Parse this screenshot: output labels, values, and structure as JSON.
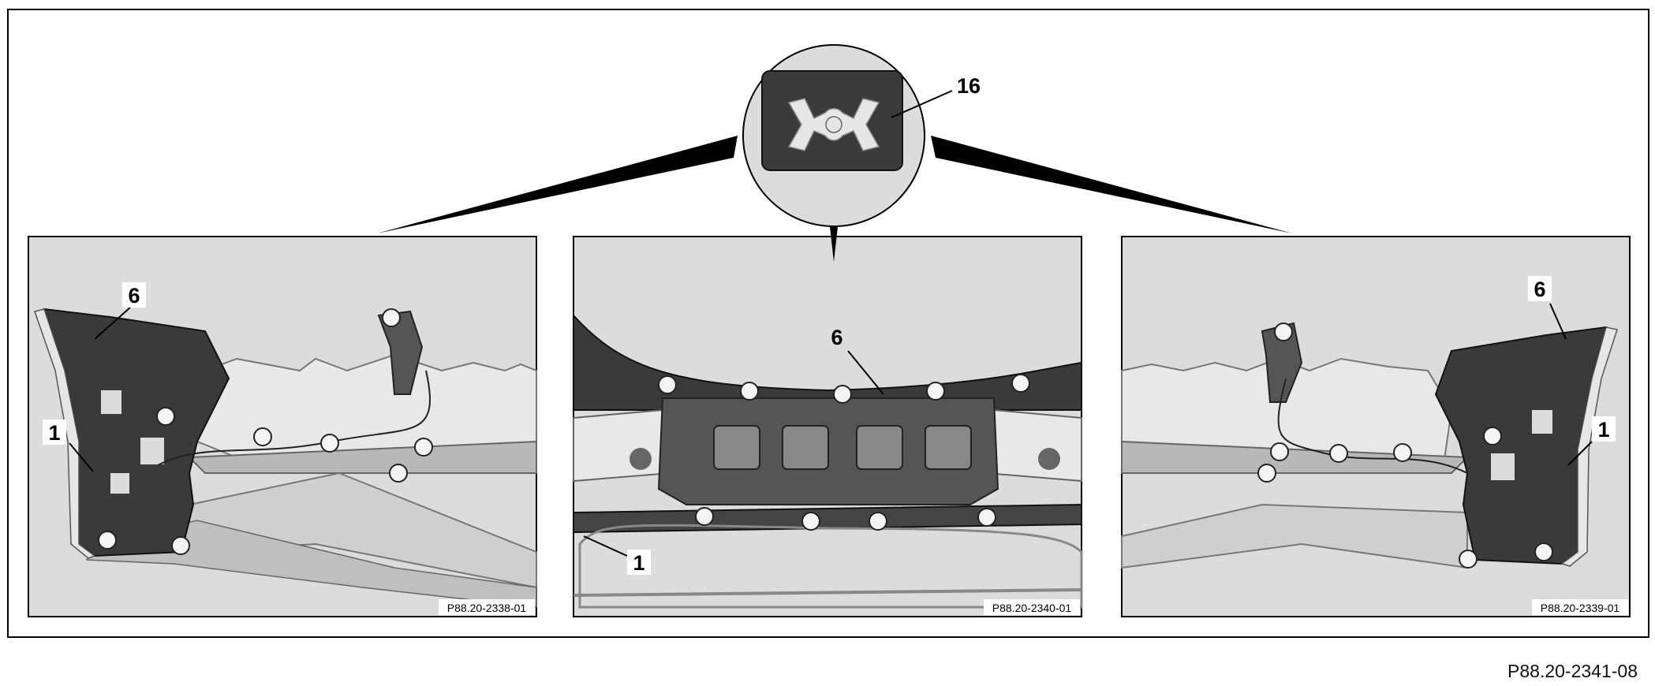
{
  "figure_reference": "P88.20-2341-08",
  "detail_inset": {
    "callout": "16"
  },
  "panels": [
    {
      "name": "left",
      "photo_reference": "P88.20-2338-01",
      "callouts": [
        "6",
        "1"
      ]
    },
    {
      "name": "center",
      "photo_reference": "P88.20-2340-01",
      "callouts": [
        "6",
        "1"
      ]
    },
    {
      "name": "right",
      "photo_reference": "P88.20-2339-01",
      "callouts": [
        "6",
        "1"
      ]
    }
  ],
  "colors": {
    "panel_background": "#dcdcdc",
    "part_dark": "#3a3a3a",
    "part_light": "#e4e4e4",
    "frame": "#000000"
  }
}
